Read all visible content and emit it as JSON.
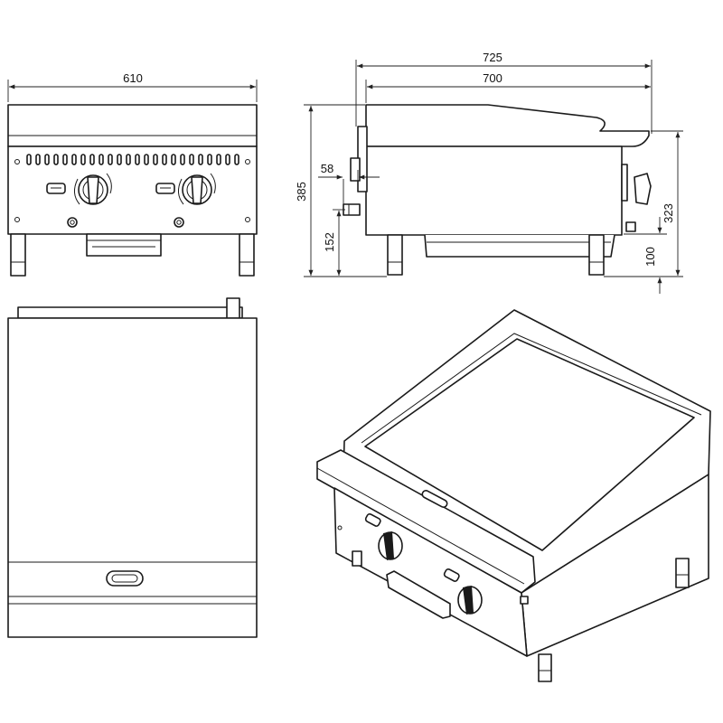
{
  "dimensions": {
    "front_width": "610",
    "side_overall_depth": "725",
    "side_body_depth": "700",
    "overall_height": "385",
    "knob_offset": "58",
    "gas_inlet_height": "152",
    "body_height": "323",
    "leg_height": "100"
  },
  "views": [
    "front-view",
    "side-view",
    "top-view",
    "isometric-view"
  ]
}
